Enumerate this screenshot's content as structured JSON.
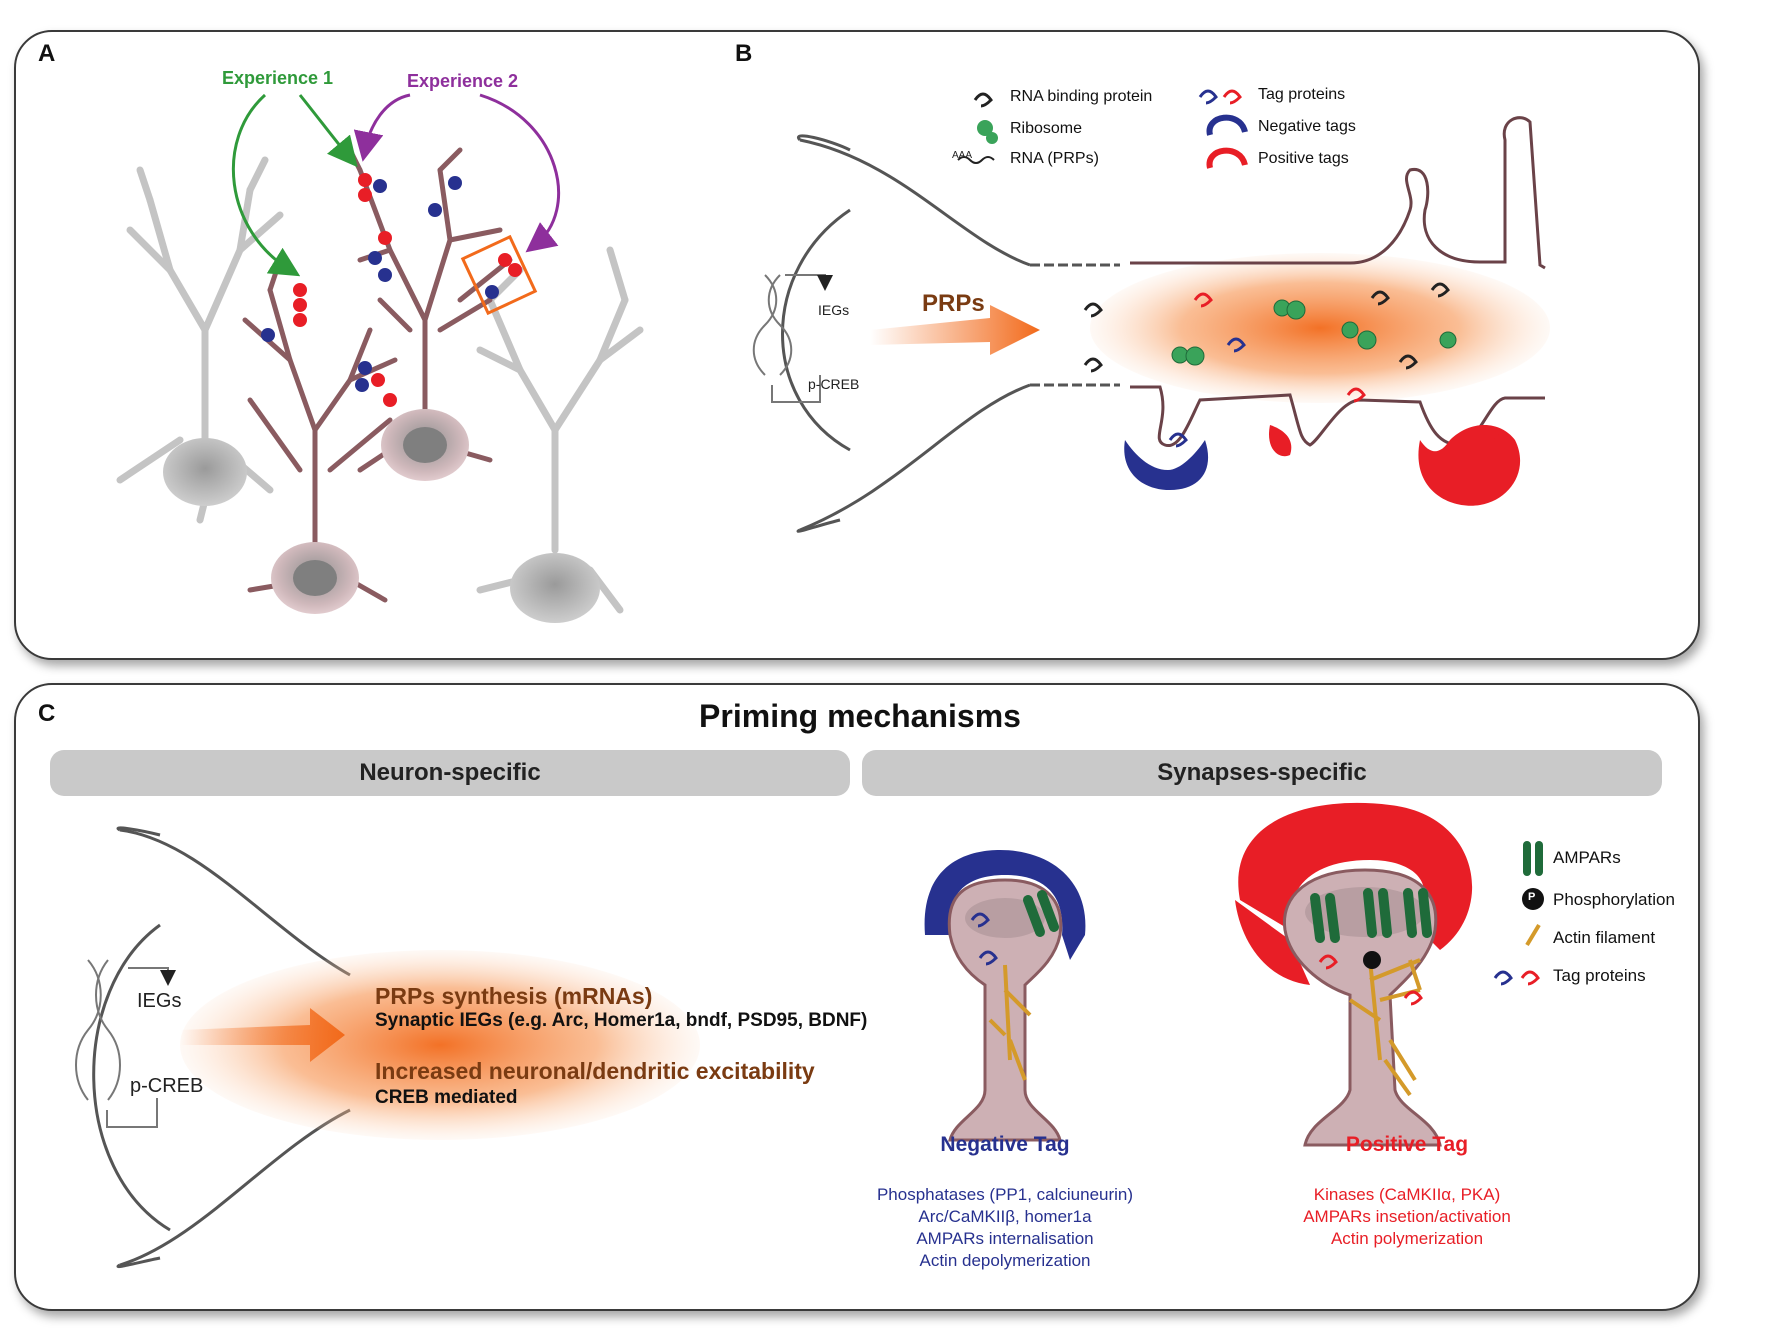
{
  "panel_a": {
    "label": "A",
    "experience1": "Experience 1",
    "experience2": "Experience 2"
  },
  "panel_b": {
    "label": "B",
    "legend": {
      "rna_binding_protein": "RNA binding protein",
      "ribosome": "Ribosome",
      "rna": "RNA (PRPs)",
      "rna_prefix": "AAA",
      "tag_proteins": "Tag proteins",
      "negative_tags": "Negative tags",
      "positive_tags": "Positive tags"
    },
    "prps": "PRPs",
    "iegs": "IEGs",
    "pcreb": "p-CREB"
  },
  "panel_c": {
    "label": "C",
    "title": "Priming mechanisms",
    "neuron_header": "Neuron-specific",
    "synapse_header": "Synapses-specific",
    "iegs": "IEGs",
    "pcreb": "p-CREB",
    "prps_synthesis": "PRPs synthesis (mRNAs)",
    "synaptic_iegs": "Synaptic IEGs (e.g. Arc, Homer1a, bndf, PSD95, BDNF)",
    "excitability": "Increased neuronal/dendritic excitability",
    "creb_mediated": "CREB mediated",
    "legend": {
      "ampars": "AMPARs",
      "phosphorylation": "Phosphorylation",
      "phospho_symbol": "P",
      "actin": "Actin filament",
      "tag_proteins": "Tag proteins"
    },
    "negative_tag": {
      "title": "Negative Tag",
      "lines": [
        "Phosphatases (PP1, calciuneurin)",
        "Arc/CaMKIIβ, homer1a",
        "AMPARs internalisation",
        "Actin depolymerization"
      ]
    },
    "positive_tag": {
      "title": "Positive Tag",
      "lines": [
        "Kinases (CaMKIIα, PKA)",
        "AMPARs insetion/activation",
        "Actin polymerization"
      ]
    }
  },
  "colors": {
    "experience1": "#2f9a3a",
    "experience2": "#8e2f9c",
    "negative": "#27318f",
    "positive": "#e81e26",
    "ribosome": "#3aa35a",
    "orange": "#f26a1b",
    "brown_text": "#7a3b12",
    "neuron_grey": "#c8c8c8",
    "neuron_active": "#8a5b60",
    "ampar": "#1f6b3a",
    "actin": "#d49a2a"
  }
}
